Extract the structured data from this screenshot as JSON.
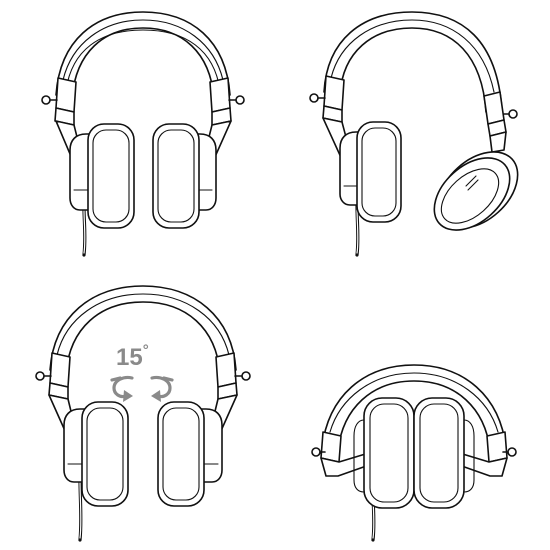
{
  "rotation_callout": {
    "angle_value": "15",
    "angle_unit": "°"
  },
  "line_color": "#111111",
  "callout_color": "#8a8a8a",
  "views": [
    "headphones-front",
    "headphones-earcup-rotated",
    "headphones-swivel",
    "headphones-folded"
  ]
}
